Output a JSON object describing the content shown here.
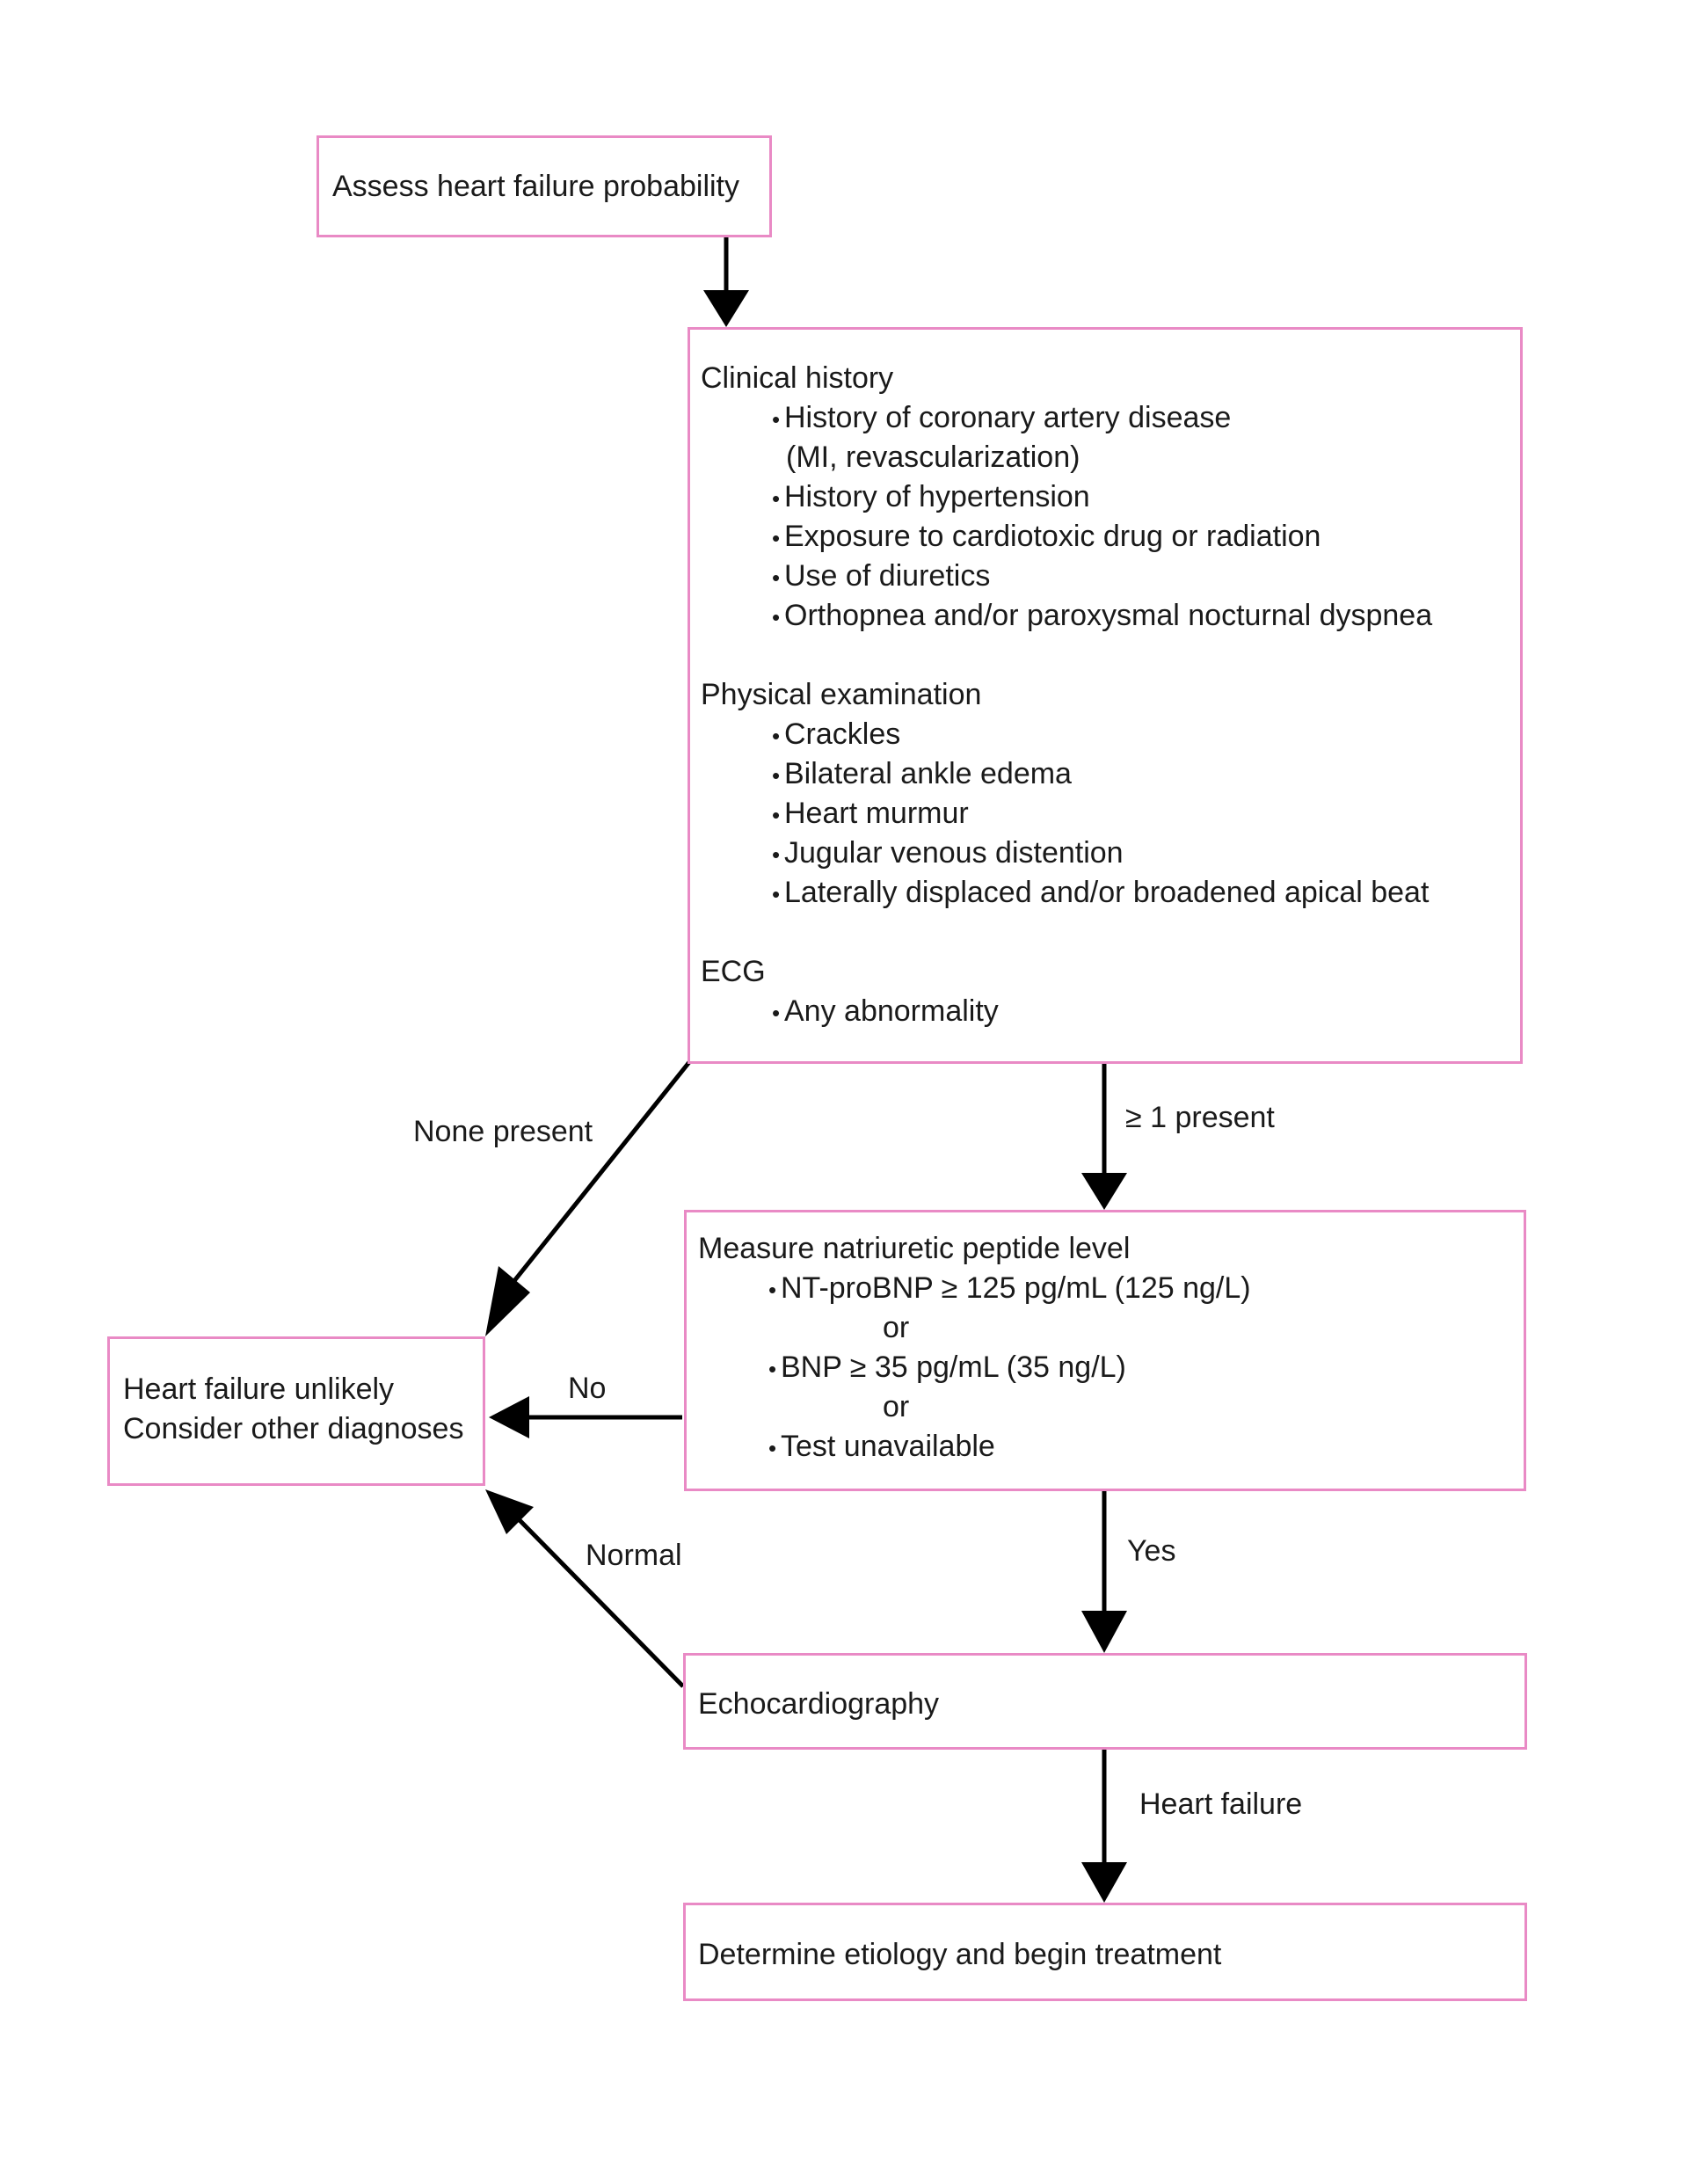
{
  "nodes": {
    "assess": {
      "text": "Assess heart failure probability"
    },
    "clinical": {
      "history_heading": "Clinical history",
      "history_items": [
        "History of coronary artery disease",
        "(MI, revascularization)",
        "History of hypertension",
        "Exposure to cardiotoxic drug or radiation",
        "Use of diuretics",
        "Orthopnea and/or paroxysmal nocturnal dyspnea"
      ],
      "exam_heading": "Physical examination",
      "exam_items": [
        "Crackles",
        "Bilateral ankle edema",
        "Heart murmur",
        "Jugular venous distention",
        "Laterally displaced and/or broadened apical beat"
      ],
      "ecg_heading": "ECG",
      "ecg_items": [
        "Any abnormality"
      ]
    },
    "natriuretic": {
      "heading": "Measure natriuretic peptide level",
      "item1": "NT-proBNP ≥ 125 pg/mL (125 ng/L)",
      "or1": "or",
      "item2": "BNP ≥ 35 pg/mL (35 ng/L)",
      "or2": "or",
      "item3": "Test unavailable"
    },
    "unlikely": {
      "line1": "Heart failure unlikely",
      "line2": "Consider other diagnoses"
    },
    "echo": {
      "text": "Echocardiography"
    },
    "determine": {
      "text": "Determine etiology and begin treatment"
    }
  },
  "edges": {
    "none_present": "None present",
    "one_present": "≥ 1 present",
    "no": "No",
    "yes": "Yes",
    "normal": "Normal",
    "heart_failure": "Heart failure"
  },
  "colors": {
    "box_border": "#e98ac5",
    "arrow": "#000000",
    "text": "#1a1a1a"
  }
}
